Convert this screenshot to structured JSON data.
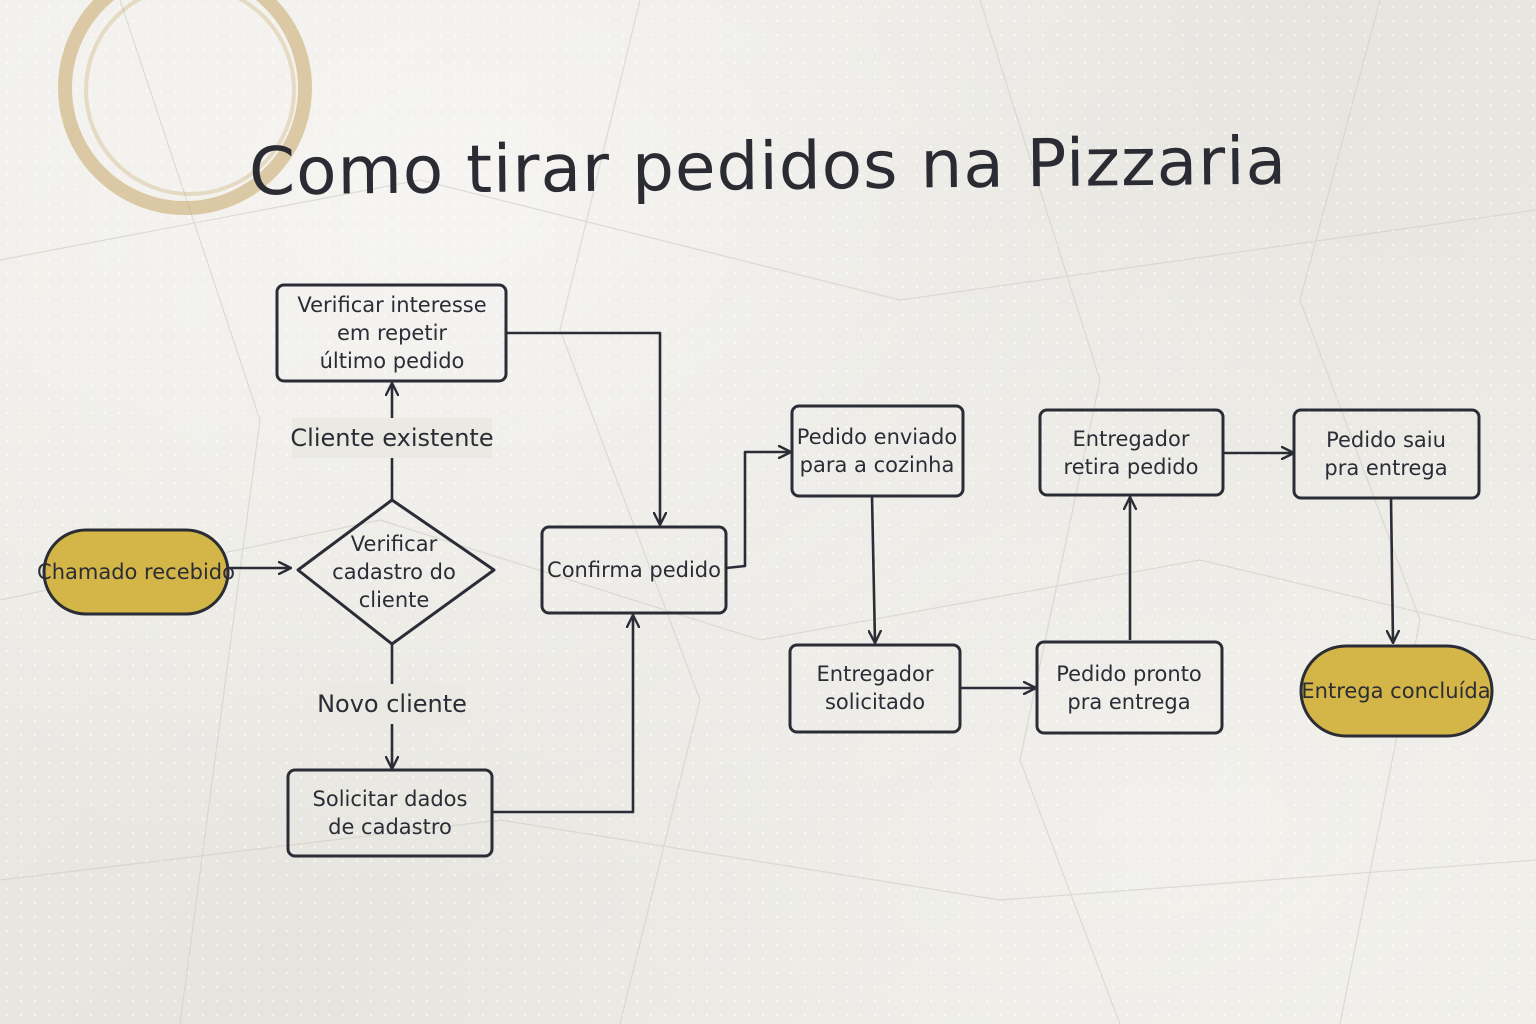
{
  "title": "Como tirar pedidos na Pizzaria",
  "colors": {
    "ink": "#2b2d36",
    "terminal_fill": "#d4b547",
    "paper": "#ebe9e3"
  },
  "nodes": {
    "chamado": {
      "lines": [
        "Chamado recebido"
      ]
    },
    "verificar_cadastro": {
      "lines": [
        "Verificar",
        "cadastro do",
        "cliente"
      ]
    },
    "verificar_interesse": {
      "lines": [
        "Verificar interesse",
        "em repetir",
        "último pedido"
      ]
    },
    "solicitar_dados": {
      "lines": [
        "Solicitar dados",
        "de cadastro"
      ]
    },
    "confirma": {
      "lines": [
        "Confirma pedido"
      ]
    },
    "enviado": {
      "lines": [
        "Pedido enviado",
        "para a cozinha"
      ]
    },
    "entregador_solicitado": {
      "lines": [
        "Entregador",
        "solicitado"
      ]
    },
    "pronto": {
      "lines": [
        "Pedido pronto",
        "pra entrega"
      ]
    },
    "retira": {
      "lines": [
        "Entregador",
        "retira pedido"
      ]
    },
    "saiu": {
      "lines": [
        "Pedido saiu",
        "pra entrega"
      ]
    },
    "concluida": {
      "lines": [
        "Entrega concluída"
      ]
    }
  },
  "edge_labels": {
    "cliente_existente": "Cliente existente",
    "novo_cliente": "Novo cliente"
  }
}
